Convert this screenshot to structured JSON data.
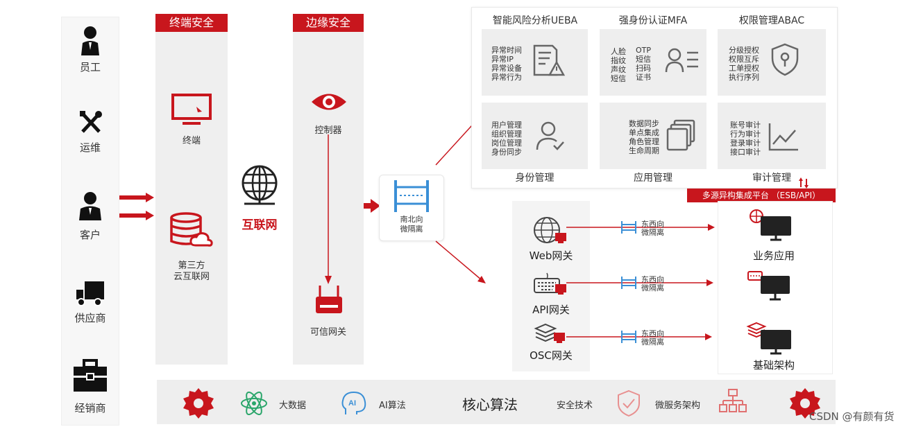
{
  "roles": [
    {
      "label": "员工",
      "icon": "employee-icon"
    },
    {
      "label": "运维",
      "icon": "tools-icon"
    },
    {
      "label": "客户",
      "icon": "customer-icon"
    },
    {
      "label": "供应商",
      "icon": "truck-icon"
    },
    {
      "label": "经销商",
      "icon": "briefcase-icon"
    }
  ],
  "endpoint_security": {
    "title": "终端安全",
    "items": [
      "终端",
      "第三方\n云互联网"
    ]
  },
  "internet": {
    "label": "互联网"
  },
  "edge_security": {
    "title": "边缘安全",
    "items": [
      "控制器",
      "可信网关"
    ]
  },
  "ns_isolation": {
    "label": "南北向\n微隔离"
  },
  "top_panel": {
    "col_titles": [
      "智能风险分析UEBA",
      "强身份认证MFA",
      "权限管理ABAC"
    ],
    "ueba_items": [
      "异常时间",
      "异常IP",
      "异常设备",
      "异常行为"
    ],
    "mfa_left": [
      "人脸",
      "指纹",
      "声纹",
      "短信"
    ],
    "mfa_right": [
      "OTP",
      "短信",
      "扫码",
      "证书"
    ],
    "abac_items": [
      "分级授权",
      "权限互斥",
      "工单授权",
      "执行序列"
    ],
    "identity_items": [
      "用户管理",
      "组织管理",
      "岗位管理",
      "身份同步"
    ],
    "app_items": [
      "数据同步",
      "单点集成",
      "角色管理",
      "生命周期"
    ],
    "audit_items": [
      "账号审计",
      "行为审计",
      "登录审计",
      "接口审计"
    ],
    "bottom_titles": [
      "身份管理",
      "应用管理",
      "审计管理"
    ]
  },
  "esb_bar": {
    "label": "多源异构集成平台 （ESB/API）"
  },
  "gateways": [
    "Web网关",
    "API网关",
    "OSC网关"
  ],
  "ew_label": "东西向\n微隔离",
  "targets": [
    "业务应用",
    "基础架构"
  ],
  "bottom_bar": {
    "items": [
      "大数据",
      "AI算法",
      "核心算法",
      "安全技术",
      "微服务架构"
    ],
    "ai_icon_text": "AI"
  },
  "watermark": "CSDN @有颜有货",
  "colors": {
    "accent": "#c8161d",
    "panel": "#efefef"
  }
}
